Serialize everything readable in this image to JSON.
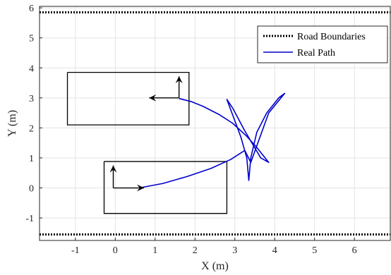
{
  "chart_data": {
    "type": "line",
    "xlabel": "X (m)",
    "ylabel": "Y (m)",
    "xlim": [
      -1.9,
      6.9
    ],
    "ylim": [
      -1.75,
      6.05
    ],
    "xticks": [
      -1,
      0,
      1,
      2,
      3,
      4,
      5,
      6
    ],
    "yticks": [
      -1,
      0,
      1,
      2,
      3,
      4,
      5,
      6
    ],
    "grid": true,
    "legend_position": "top-right",
    "colors": {
      "real_path": "#0000cc",
      "boundary": "#000000"
    },
    "series": [
      {
        "name": "Road Boundaries",
        "style": "dotted",
        "lines": [
          {
            "x": [
              -1.9,
              6.9
            ],
            "y": [
              5.85,
              5.85
            ]
          },
          {
            "x": [
              -1.9,
              6.9
            ],
            "y": [
              -1.55,
              -1.55
            ]
          }
        ]
      },
      {
        "name": "Real Path",
        "x": [
          0.6,
          1.2,
          1.8,
          2.4,
          2.9,
          3.25,
          3.4,
          3.55,
          3.85,
          4.25,
          4.1,
          3.8,
          3.55,
          3.4,
          3.35,
          3.3,
          3.15,
          2.8,
          2.95,
          3.25,
          3.45,
          3.65,
          3.85,
          3.55,
          3.3,
          2.95,
          2.6,
          2.2,
          1.9,
          1.6
        ],
        "y": [
          0.0,
          0.15,
          0.38,
          0.65,
          0.95,
          1.25,
          0.85,
          1.4,
          2.5,
          3.15,
          3.0,
          2.5,
          1.85,
          1.0,
          0.25,
          1.0,
          1.7,
          2.95,
          2.65,
          1.9,
          1.45,
          1.0,
          0.85,
          1.35,
          1.72,
          2.15,
          2.45,
          2.72,
          2.88,
          2.98
        ]
      }
    ],
    "vehicle_boxes": [
      {
        "x": [
          -1.2,
          1.85,
          1.85,
          -1.2,
          -1.2
        ],
        "y": [
          3.85,
          3.85,
          2.1,
          2.1,
          3.85
        ]
      },
      {
        "x": [
          -0.28,
          2.8,
          2.8,
          -0.28,
          -0.28
        ],
        "y": [
          0.88,
          0.88,
          -0.85,
          -0.85,
          0.88
        ]
      }
    ],
    "frame_arrows": [
      {
        "x0": 1.6,
        "y0": 3.0,
        "x1": 0.85,
        "y1": 3.0
      },
      {
        "x0": 1.6,
        "y0": 3.0,
        "x1": 1.6,
        "y1": 3.72
      },
      {
        "x0": -0.05,
        "y0": 0.0,
        "x1": 0.72,
        "y1": 0.0
      },
      {
        "x0": -0.05,
        "y0": 0.0,
        "x1": -0.05,
        "y1": 0.75
      }
    ]
  }
}
